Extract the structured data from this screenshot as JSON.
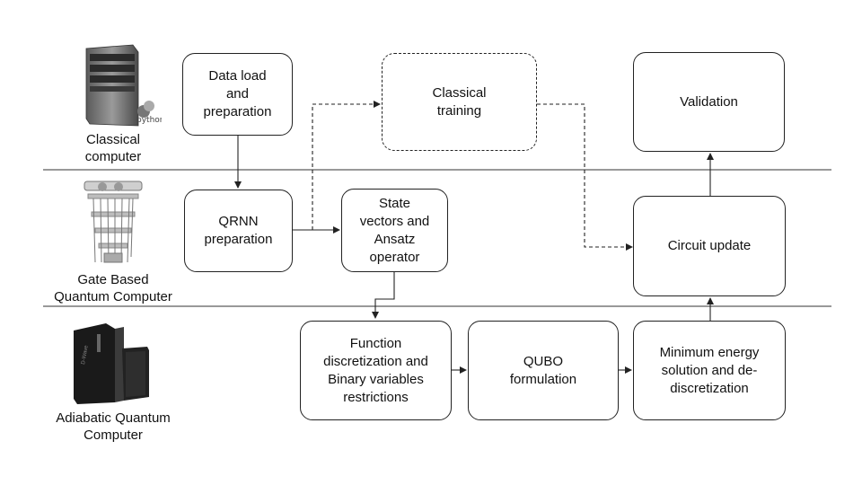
{
  "rows": [
    {
      "label": "Classical\ncomputer",
      "badge": "python"
    },
    {
      "label": "Gate Based\nQuantum Computer"
    },
    {
      "label": "Adiabatic Quantum\nComputer",
      "badge": "D-Wave"
    }
  ],
  "boxes": {
    "data_load": "Data load\nand\npreparation",
    "classical_training": "Classical\ntraining",
    "validation": "Validation",
    "qrnn": "QRNN\npreparation",
    "state_vectors": "State\nvectors and\nAnsatz\noperator",
    "circuit_update": "Circuit update",
    "function_discretization": "Function\ndiscretization and\nBinary variables\nrestrictions",
    "qubo": "QUBO\nformulation",
    "minimum_energy": "Minimum energy\nsolution and de-\ndiscretization"
  },
  "colors": {
    "line": "#222222",
    "box_border": "#222222",
    "divider": "#333333"
  },
  "icons": {
    "classical": "server-tower-icon",
    "gate": "dilution-refrigerator-icon",
    "adiabatic": "quantum-annealer-cabinet-icon"
  }
}
